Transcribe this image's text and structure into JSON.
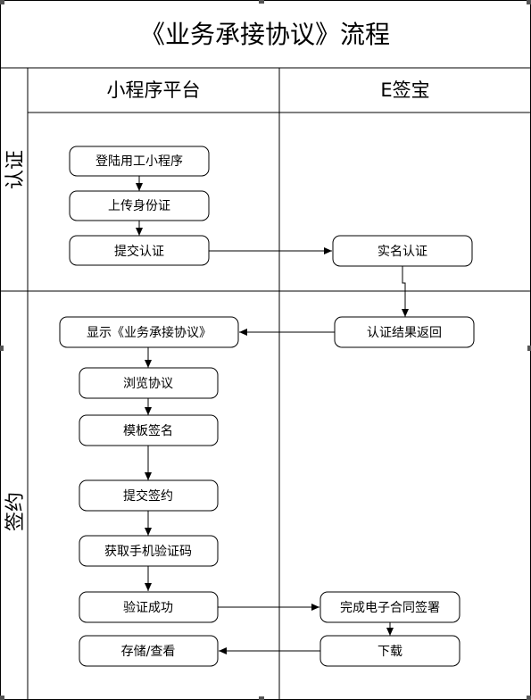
{
  "title": "《业务承接协议》流程",
  "columns": {
    "left": "小程序平台",
    "right": "E签宝"
  },
  "lanes": {
    "auth": "认证",
    "sign": "签约"
  },
  "nodes": {
    "login": "登陆用工小程序",
    "upload_id": "上传身份证",
    "submit_auth": "提交认证",
    "real_name": "实名认证",
    "auth_result": "认证结果返回",
    "show_agreement": "显示《业务承接协议》",
    "browse": "浏览协议",
    "template_sign": "模板签名",
    "submit_sign": "提交签约",
    "get_code": "获取手机验证码",
    "verify_ok": "验证成功",
    "complete_contract": "完成电子合同签署",
    "download": "下载",
    "store_view": "存储/查看"
  }
}
